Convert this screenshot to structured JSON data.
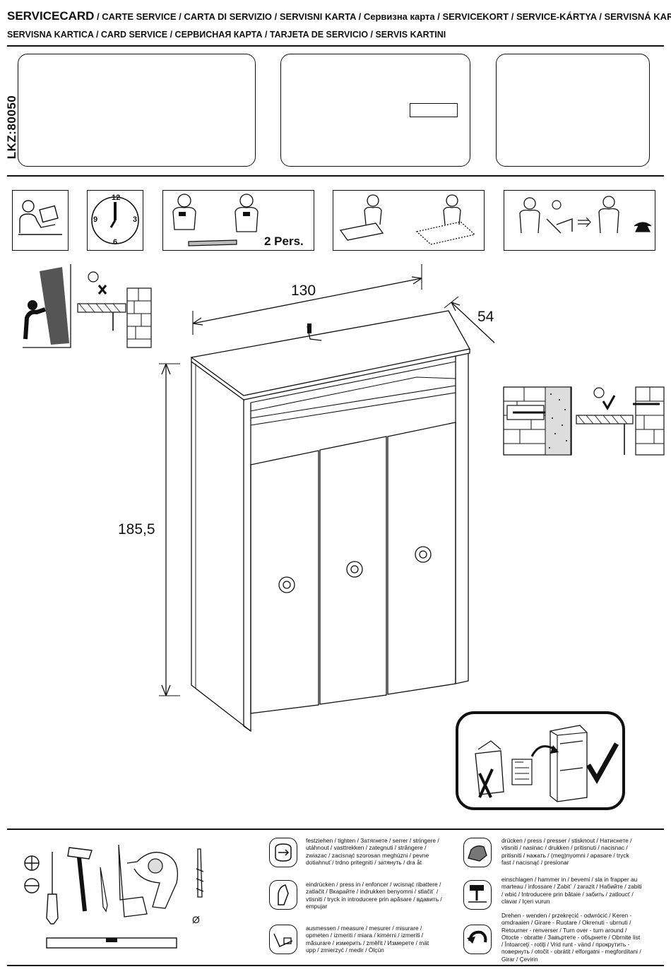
{
  "header": {
    "title_main": "SERVICECARD",
    "title_rest": " / CARTE SERVICE / CARTA DI SERVIZIO / SERVISNI KARTA / Сервизна карта / SERVICEKORT / SERVICE-KÁRTYA / SERVISNÁ KARTA /",
    "title_line2": "SERVISNA KARTICA / CARD SERVICE / СЕРВИСНАЯ КАРТА / TARJETA DE SERVICIO / SERVIS KARTINI"
  },
  "article_code": "LKZ:80050",
  "steps": {
    "persons_label": "2 Pers.",
    "clock_numbers": [
      "12",
      "3",
      "6",
      "9"
    ]
  },
  "dimensions": {
    "width": "130",
    "depth": "54",
    "height": "185,5"
  },
  "legend": {
    "diameter_symbol": "Ø",
    "items": [
      {
        "text": "festziehen / tighten / Затягнете / serrer / stringere / utáhnout / vasttrekken / zategnuti / strângere / zwiazac / zacisnąć szorosan meghúzni / pevne dotiahnut´/ trdno pritegniti / затянуть / dra åt"
      },
      {
        "text": "eindrücken / press in / enfoncer / wcisnąć ribattere / zatlačit / Вкарайте / indrukken benyomni / stlačit´ / vtisniti / tryck in introducere prin apăsare / вдавить / empujar"
      },
      {
        "text": "ausmessen / measure / mesurer / misurare / opmeten / izmeriti / miara / kimérni / izmeriti / măsurare / измерить / změřit / Измерете / mät upp / zmierzyć / medir / Ölçün"
      },
      {
        "text": "drücken / press / presser / stisknout / Натиснете / vtisniti / nasinac / drukken / pritisnuti / nacisnac / pritisniti / нажать / (meg)nyomni / apasare / tryck fast / nacisnąć / presionar"
      },
      {
        "text": "einschlagen / hammer in / bevemi / sla in frapper au marteau / infossare / Zabit´ / zarazit / Набийте / zabiti / wbić / Introducere prin bătaie / забить / zatloucť / clavar / Içeri vurun"
      },
      {
        "text": "Drehen - wenden / przekręcić - odwrócić / Keren - omdraaien / Girare - Ruotare / Okrenuti - ubrnuti / Retourner - renverser / Turn over - turn around / Otocte - obratte / Завъртете - обърнете / Obrnite list / Întoarceţi - rotiţi / Vrid runt - vänd / прокрутить - повернуть / otočit - obrátit / elforgatni - megfordítani / Girar / Çevirin"
      }
    ]
  }
}
